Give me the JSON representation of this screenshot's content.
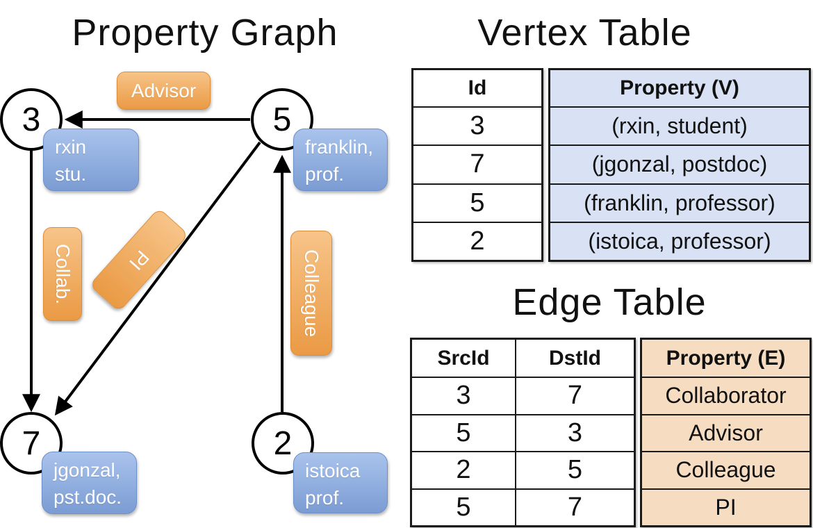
{
  "graph": {
    "title": "Property Graph",
    "nodes": [
      {
        "id": "3",
        "property_line1": "rxin",
        "property_line2": "stu."
      },
      {
        "id": "5",
        "property_line1": "franklin,",
        "property_line2": "prof."
      },
      {
        "id": "7",
        "property_line1": "jgonzal,",
        "property_line2": "pst.doc."
      },
      {
        "id": "2",
        "property_line1": "istoica",
        "property_line2": "prof."
      }
    ],
    "edge_labels": [
      {
        "label": "Advisor"
      },
      {
        "label": "Collab."
      },
      {
        "label": "PI"
      },
      {
        "label": "Colleague"
      }
    ]
  },
  "vertex_table": {
    "title": "Vertex Table",
    "columns": {
      "id": "Id",
      "property": "Property (V)"
    },
    "rows": [
      {
        "id": "3",
        "property": "(rxin, student)"
      },
      {
        "id": "7",
        "property": "(jgonzal, postdoc)"
      },
      {
        "id": "5",
        "property": "(franklin, professor)"
      },
      {
        "id": "2",
        "property": "(istoica, professor)"
      }
    ]
  },
  "edge_table": {
    "title": "Edge Table",
    "columns": {
      "src": "SrcId",
      "dst": "DstId",
      "property": "Property (E)"
    },
    "rows": [
      {
        "src": "3",
        "dst": "7",
        "property": "Collaborator"
      },
      {
        "src": "5",
        "dst": "3",
        "property": "Advisor"
      },
      {
        "src": "2",
        "dst": "5",
        "property": "Colleague"
      },
      {
        "src": "5",
        "dst": "7",
        "property": "PI"
      }
    ]
  },
  "colors": {
    "edge_label_fill_top": "#f7c489",
    "edge_label_fill_bottom": "#ea9a44",
    "edge_label_border": "#de8c34",
    "vertex_label_fill_top": "#a9c3ec",
    "vertex_label_fill_bottom": "#7b9cd3",
    "vertex_label_border": "#6c90ca",
    "vertex_property_cell": "#d9e2f4",
    "edge_property_cell": "#f6ddc2",
    "table_border": "#1a1a1a",
    "line_color": "#000000"
  }
}
